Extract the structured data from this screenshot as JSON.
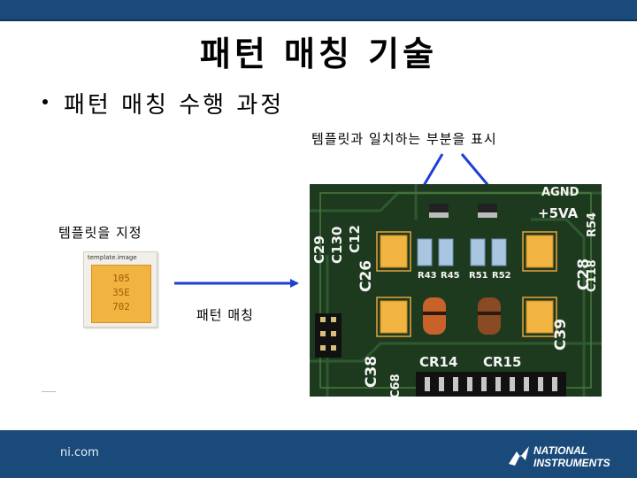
{
  "slide": {
    "title": "패턴 매칭 기술",
    "bullet": "패턴 매칭 수행 과정"
  },
  "annotations": {
    "result_label": "템플릿과 일치하는 부분을 표시",
    "template_label": "템플릿을 지정",
    "matching_label": "패턴 매칭"
  },
  "template_card": {
    "filename": "template.image",
    "chip_lines": [
      "105",
      "35E",
      "702"
    ]
  },
  "pcb_image": {
    "silkscreen": [
      "C29",
      "C130",
      "C12",
      "C26",
      "C28",
      "C118",
      "R54",
      "+5VA",
      "AGND",
      "C39",
      "C38",
      "C68",
      "CR14",
      "CR15",
      "R43",
      "R45",
      "R52",
      "R51"
    ]
  },
  "footer": {
    "url": "ni.com",
    "logo_line1": "NATIONAL",
    "logo_line2": "INSTRUMENTS"
  },
  "colors": {
    "brand_blue": "#1a4a7a",
    "arrow_blue": "#1f3fd6",
    "pcb_green": "#1d3a1f",
    "match_box": "#e8a33a",
    "chip_orange": "#f2b441"
  }
}
